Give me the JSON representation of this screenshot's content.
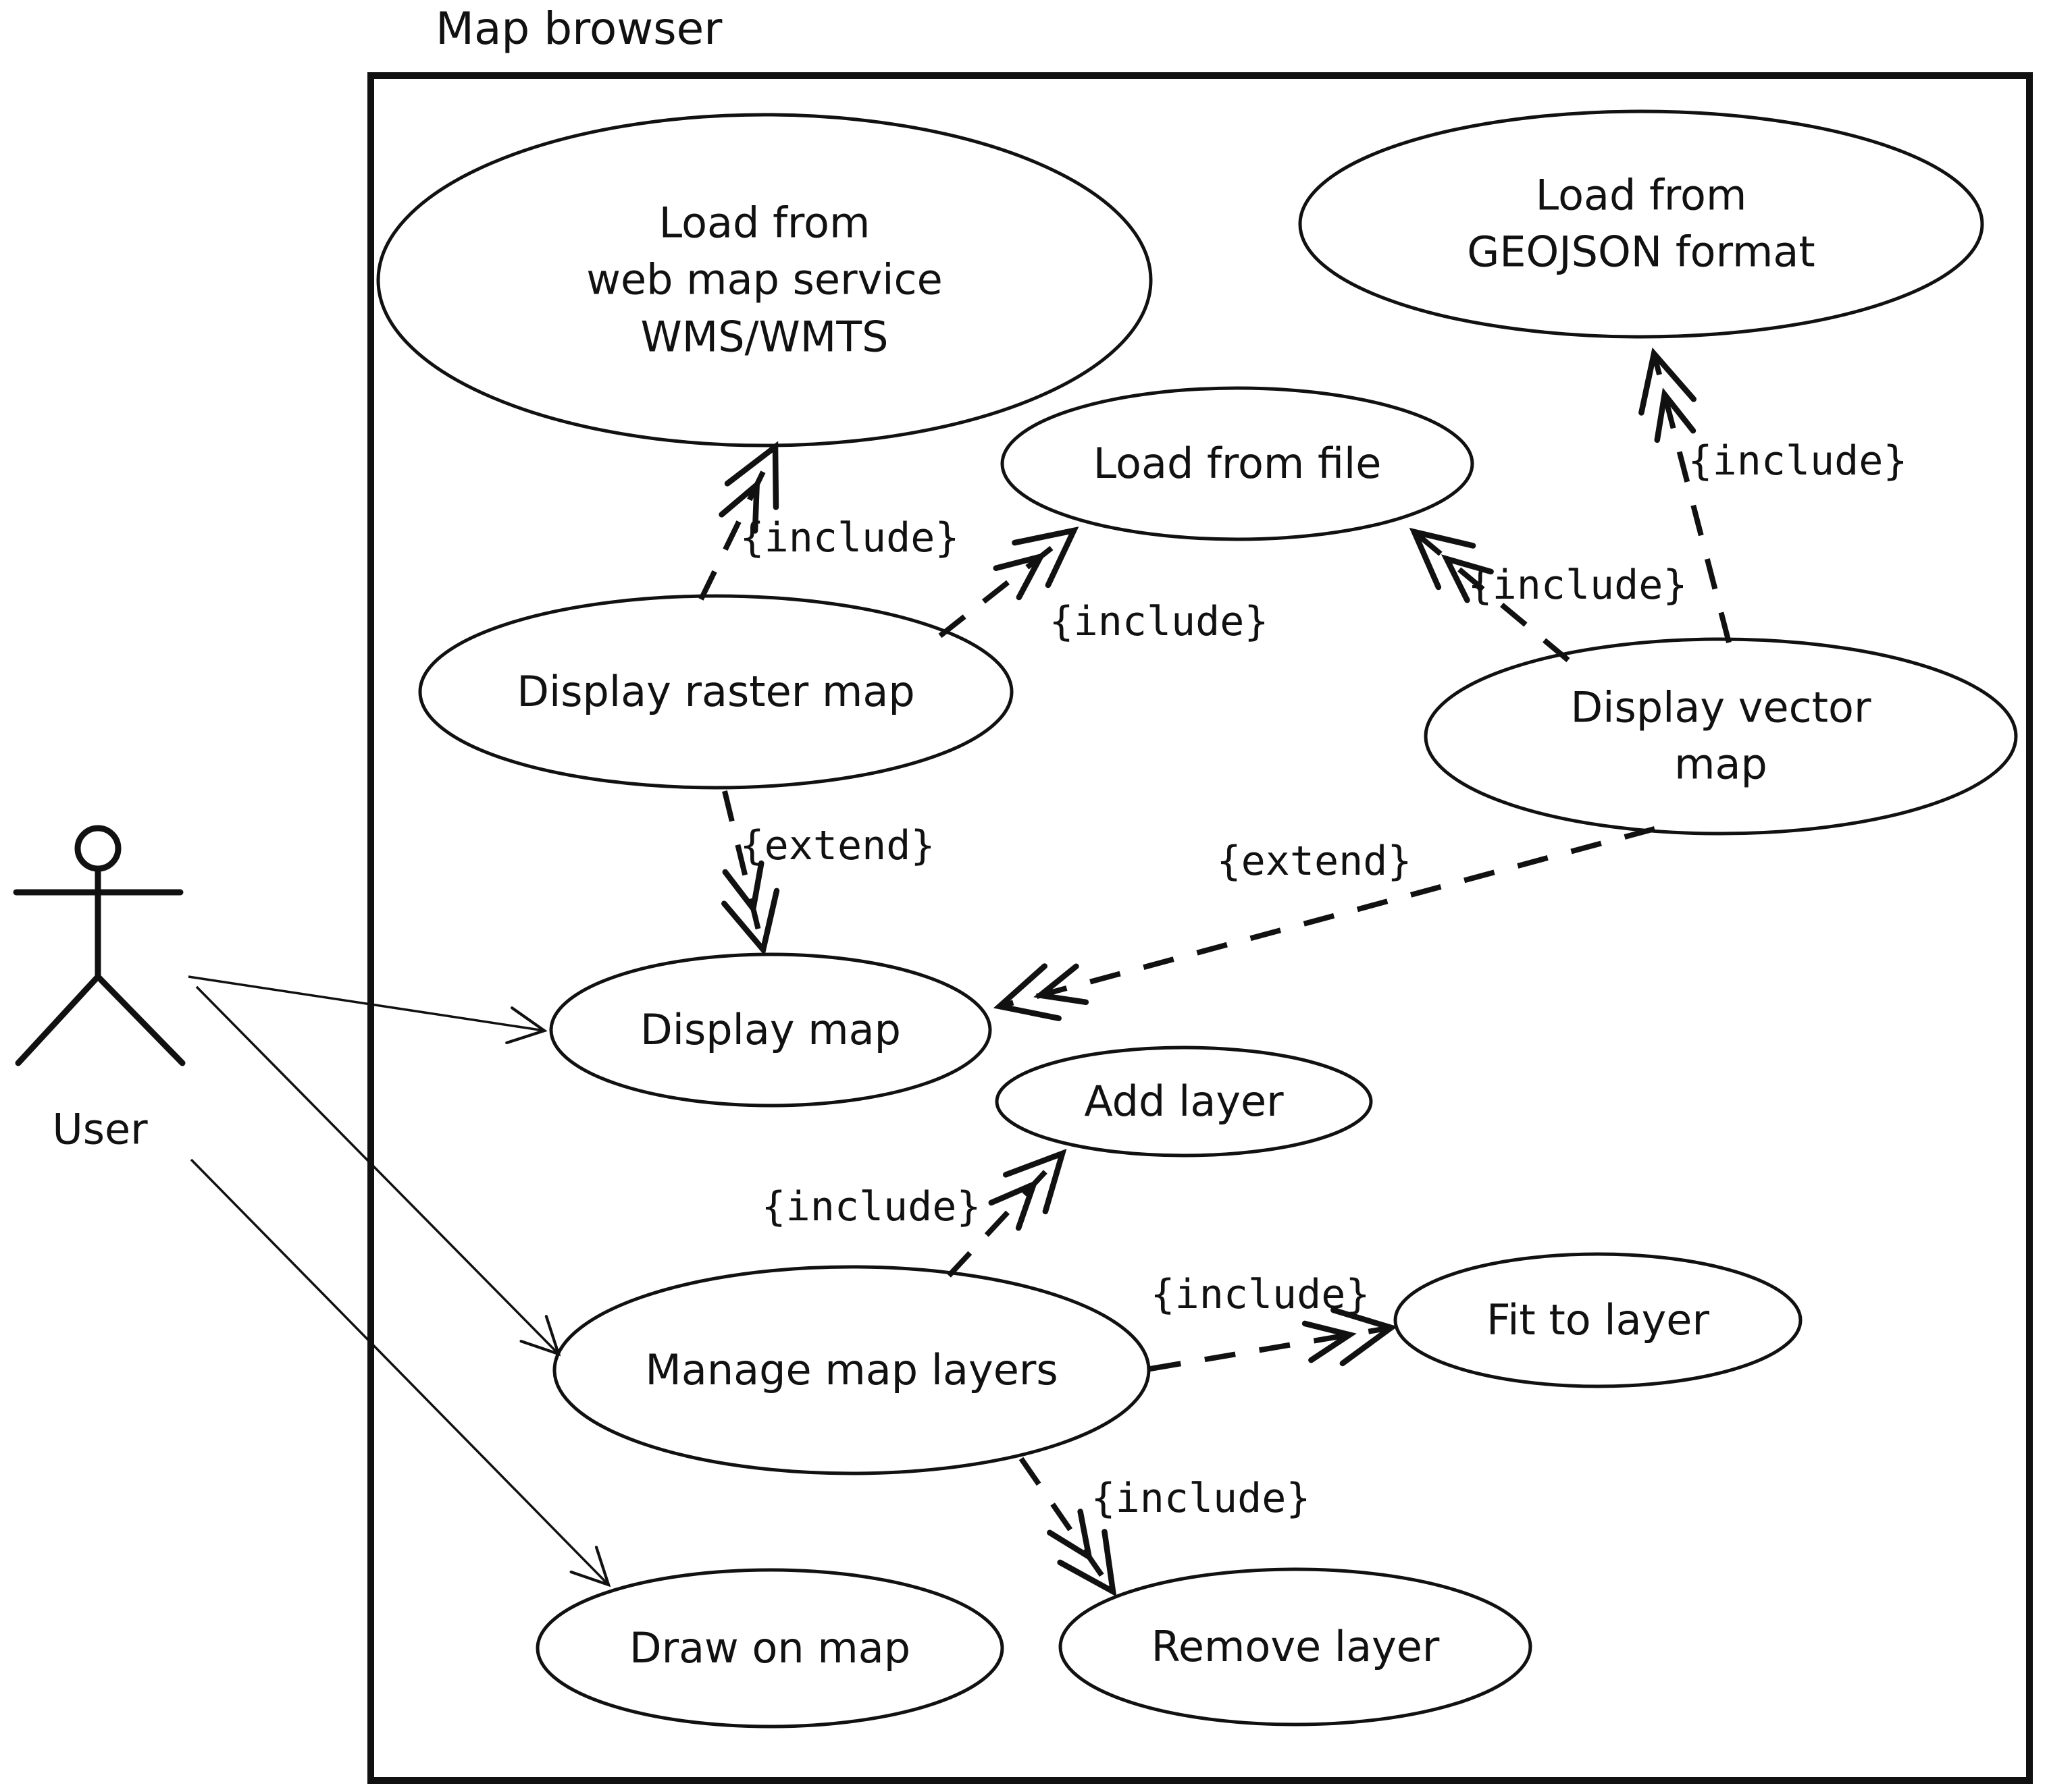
{
  "diagram": {
    "title": "Map browser",
    "actor": {
      "label": "User"
    },
    "nodes": {
      "load_wms": {
        "label": "Load from\nweb map service\nWMS/WMTS"
      },
      "load_geojson": {
        "label": "Load from\nGEOJSON format"
      },
      "load_file": {
        "label": "Load from file"
      },
      "display_raster": {
        "label": "Display raster map"
      },
      "display_vector": {
        "label": "Display vector map"
      },
      "display_map": {
        "label": "Display map"
      },
      "add_layer": {
        "label": "Add layer"
      },
      "manage_layers": {
        "label": "Manage map layers"
      },
      "fit_layer": {
        "label": "Fit to layer"
      },
      "draw_map": {
        "label": "Draw on map"
      },
      "remove_layer": {
        "label": "Remove layer"
      }
    },
    "edge_labels": {
      "include_wms": "{include}",
      "include_file_left": "{include}",
      "include_file_right": "{include}",
      "include_geojson": "{include}",
      "extend_raster": "{extend}",
      "extend_vector": "{extend}",
      "include_add": "{include}",
      "include_fit": "{include}",
      "include_remove": "{include}"
    },
    "colors": {
      "stroke": "#111111",
      "background": "#ffffff"
    }
  }
}
